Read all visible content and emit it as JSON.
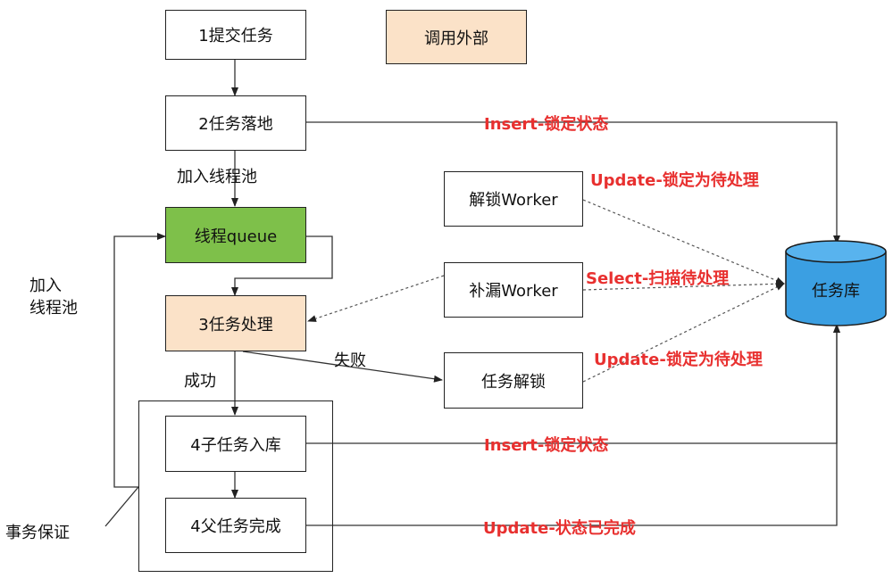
{
  "nodes": {
    "submit": "1提交任务",
    "external": "调用外部",
    "land": "2任务落地",
    "queue": "线程queue",
    "process": "3任务处理",
    "unlock_worker": "解锁Worker",
    "patch_worker": "补漏Worker",
    "task_unlock": "任务解锁",
    "subtask_store": "4子任务入库",
    "parent_done": "4父任务完成",
    "task_db": "任务库"
  },
  "labels": {
    "join_pool": "加入线程池",
    "join_pool_left_1": "加入",
    "join_pool_left_2": "线程池",
    "success": "成功",
    "fail": "失败",
    "tx_guarantee": "事务保证",
    "insert_lock_1": "Insert-锁定状态",
    "update_lock_pending_1": "Update-锁定为待处理",
    "select_scan_pending": "Select-扫描待处理",
    "update_lock_pending_2": "Update-锁定为待处理",
    "insert_lock_2": "Insert-锁定状态",
    "update_done": "Update-状态已完成"
  },
  "colors": {
    "queue_fill": "#7ec04a",
    "tan_fill": "#fbe2c8",
    "db_fill": "#3b9fe2",
    "label_red": "#e8302f"
  }
}
